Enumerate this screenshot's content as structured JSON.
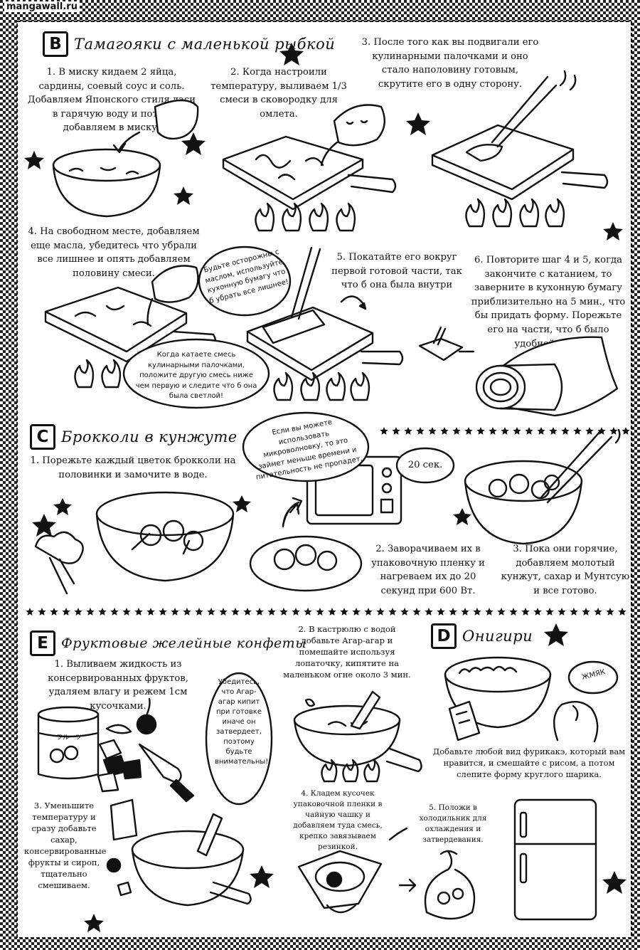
{
  "watermark": "mangawall.ru",
  "sections": {
    "b": {
      "letter": "B",
      "title": "Тамагояки с маленькой рыбкой",
      "steps": [
        "1. В миску кидаем 2 яйца, сардины, соевый соус и соль. Добавляем Японского стиля даси в гарячую воду и потом добавляем в миску.",
        "2. Когда настроили температуру, выливаем 1/3 смеси в сковородку для омлета.",
        "3. После того как вы подвигали его кулинарными палочками и оно стало наполовину готовым, скрутите его в одну сторону.",
        "4. На свободном месте, добавляем еще масла, убедитесь что убрали все лишнее и опять добавляем половину смеси.",
        "5. Покатайте его вокруг первой готовой части, так что б она была внутри",
        "6. Повторите шаг 4 и 5, когда закончите с катанием, то заверните в кухонную бумагу приблизительно на 5 мин., что бы придать форму. Порежьте его на части, что б было удобней есть."
      ],
      "notes": [
        "Будьте осторожны с маслом, используйте кухонную бумагу что б убрать все лишнее!",
        "Когда катаете смесь кулинарными палочками, положите другую смесь ниже чем первую и следите что б она была светлой!"
      ]
    },
    "c": {
      "letter": "C",
      "title": "Брокколи в кунжуте",
      "steps": [
        "1. Порежьте каждый цветок брокколи на половинки и замочите в воде.",
        "2. Заворачиваем их в упаковочную пленку и нагреваем их до 20 секунд при 600 Вт.",
        "3. Пока они горячие, добавляем молотый кунжут, сахар и Мунтсую и все готово."
      ],
      "note": "Если вы можете использовать микроволновку, то это займет меньше времени и питательность не пропадет.",
      "timer": "20 сек."
    },
    "e": {
      "letter": "E",
      "title": "Фруктовые желейные конфеты",
      "steps": [
        "1. Выливаем жидкость из консервированных фруктов, удаляем влагу и режем 1см кусочками.",
        "2. В кастрюлю с водой добавьте Агар-агар и помешайте используя лопаточку, кипятите на маленьком огне около 3 мин.",
        "3. Уменьшите температуру и сразу добавьте сахар, консервированные фрукты и сироп, тщательно смешиваем.",
        "4. Кладем кусочек упаковочной пленки в чайную чашку и добавляем туда смесь, крепко завязываем резинкой.",
        "5. Положи в холодильник для охлаждения и затвердевания."
      ],
      "note": "Убедитесь, что Агар-агар кипит при готовке иначе он затвердеет, поэтому будьте внимательны!",
      "can_label": "フルーツ"
    },
    "d": {
      "letter": "D",
      "title": "Онигири",
      "step": "Добавьте любой вид фурикакэ, который вам нравится, и смешайте с рисом, а потом слепите форму круглого шарика.",
      "sound": "ЖМЯК"
    }
  }
}
